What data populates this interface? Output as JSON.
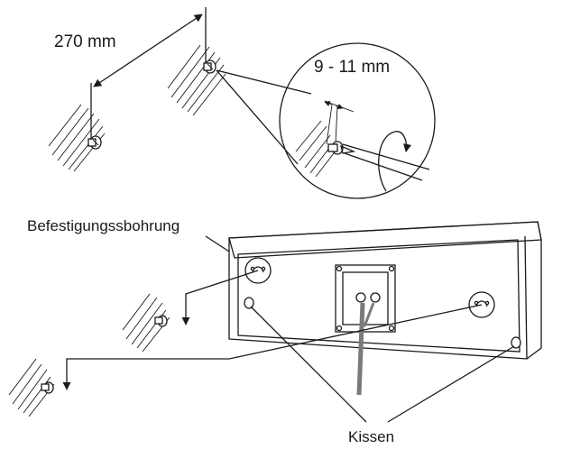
{
  "labels": {
    "spacing": "270 mm",
    "screw_gap": "9 - 11 mm",
    "mounting_hole": "Befestigungssbohrung",
    "pads": "Kissen"
  }
}
